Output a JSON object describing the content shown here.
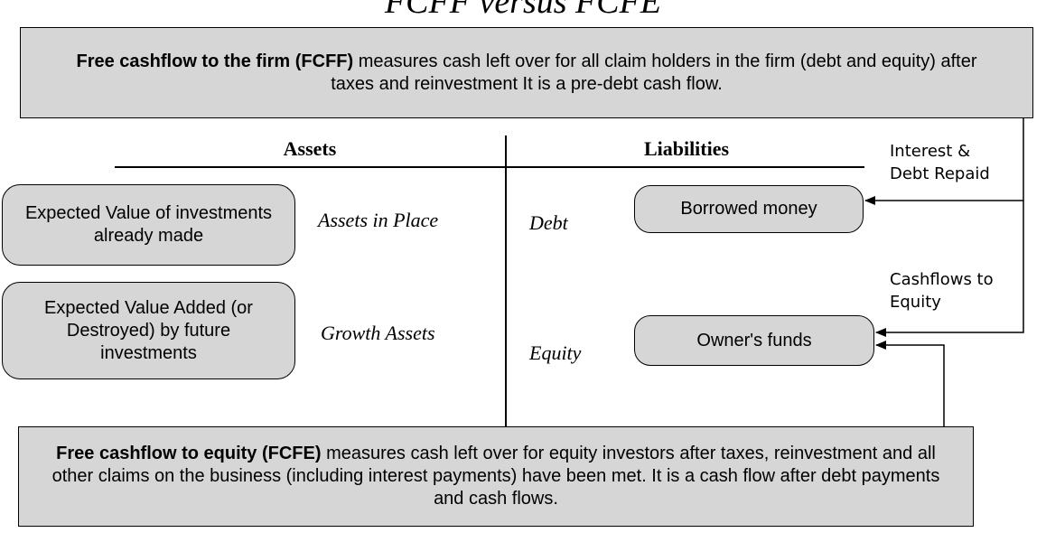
{
  "title": "FCFF versus FCFE",
  "fcff_box": {
    "bold": "Free cashflow to the firm (FCFF)",
    "text": " measures cash left over for all claim holders in the firm (debt and equity) after taxes and reinvestment It is a pre-debt cash flow."
  },
  "headers": {
    "assets": "Assets",
    "liabilities": "Liabilities"
  },
  "left_boxes": {
    "investments_made": "Expected Value of investments already made",
    "future_investments": "Expected Value Added (or Destroyed) by future investments"
  },
  "asset_labels": {
    "in_place": "Assets in Place",
    "growth": "Growth Assets"
  },
  "liability_labels": {
    "debt": "Debt",
    "equity": "Equity"
  },
  "right_boxes": {
    "borrowed": "Borrowed money",
    "owners": "Owner's funds"
  },
  "flow_labels": {
    "interest": [
      "Interest &",
      "Debt Repaid"
    ],
    "cashflows_equity": [
      "Cashflows to",
      "Equity"
    ]
  },
  "fcfe_box": {
    "bold": "Free cashflow to equity (FCFE)",
    "text": " measures cash left over for equity investors after taxes, reinvestment and all other claims on the business (including interest payments) have been met. It is a cash flow after debt payments and cash flows."
  }
}
